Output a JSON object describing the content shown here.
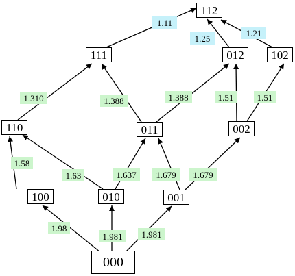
{
  "nodes": [
    {
      "id": "n112",
      "label": "112"
    },
    {
      "id": "n111",
      "label": "111"
    },
    {
      "id": "n012",
      "label": "012"
    },
    {
      "id": "n102",
      "label": "102"
    },
    {
      "id": "n110",
      "label": "110"
    },
    {
      "id": "n011",
      "label": "011"
    },
    {
      "id": "n002",
      "label": "002"
    },
    {
      "id": "n100",
      "label": "100"
    },
    {
      "id": "n010",
      "label": "010"
    },
    {
      "id": "n001",
      "label": "001"
    },
    {
      "id": "n000",
      "label": "000"
    }
  ],
  "edges": [
    {
      "id": "e000-100",
      "from": "000",
      "to": "100",
      "label": "1.98"
    },
    {
      "id": "e000-010",
      "from": "000",
      "to": "010",
      "label": "1.981"
    },
    {
      "id": "e000-001",
      "from": "000",
      "to": "001",
      "label": "1.981"
    },
    {
      "id": "e100-110",
      "from": "100",
      "to": "110",
      "label": "1.58"
    },
    {
      "id": "e010-110",
      "from": "010",
      "to": "110",
      "label": "1.63"
    },
    {
      "id": "e010-011",
      "from": "010",
      "to": "011",
      "label": "1.637"
    },
    {
      "id": "e001-011",
      "from": "001",
      "to": "011",
      "label": "1.679"
    },
    {
      "id": "e001-002",
      "from": "001",
      "to": "002",
      "label": "1.679"
    },
    {
      "id": "e110-111",
      "from": "110",
      "to": "111",
      "label": "1.310"
    },
    {
      "id": "e011-111",
      "from": "011",
      "to": "111",
      "label": "1.388"
    },
    {
      "id": "e011-012",
      "from": "011",
      "to": "012",
      "label": "1.388"
    },
    {
      "id": "e002-012",
      "from": "002",
      "to": "012",
      "label": "1.51"
    },
    {
      "id": "e002-102",
      "from": "002",
      "to": "102",
      "label": "1.51"
    },
    {
      "id": "e111-112",
      "from": "111",
      "to": "112",
      "label": "1.11"
    },
    {
      "id": "e012-112",
      "from": "012",
      "to": "112",
      "label": "1.25"
    },
    {
      "id": "e102-112",
      "from": "102",
      "to": "112",
      "label": "1.21"
    }
  ],
  "colors": {
    "line": "#000000",
    "label_green": "#ccf5cc",
    "label_blue": "#c6f1fa"
  }
}
